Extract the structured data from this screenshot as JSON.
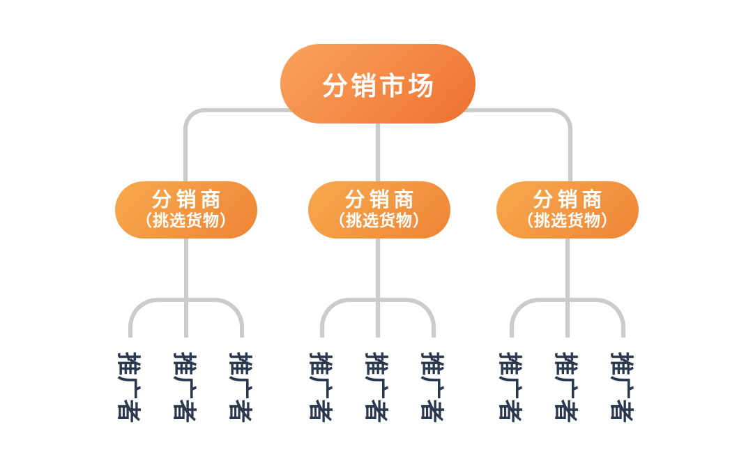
{
  "diagram": {
    "root": {
      "label": "分销市场"
    },
    "distributors": [
      {
        "label": "分销商",
        "sublabel": "（挑选货物）",
        "promoters": [
          "推广者",
          "推广者",
          "推广者"
        ]
      },
      {
        "label": "分销商",
        "sublabel": "（挑选货物）",
        "promoters": [
          "推广者",
          "推广者",
          "推广者"
        ]
      },
      {
        "label": "分销商",
        "sublabel": "（挑选货物）",
        "promoters": [
          "推广者",
          "推广者",
          "推广者"
        ]
      }
    ],
    "colors": {
      "root_gradient_start": "#f9a35c",
      "root_gradient_end": "#ee7130",
      "node_gradient_start": "#f7a94e",
      "node_gradient_end": "#ee8534",
      "connector": "#cbcbcb",
      "node_text": "#ffffff",
      "promoter_text": "#2b394f",
      "background": "#ffffff"
    }
  }
}
